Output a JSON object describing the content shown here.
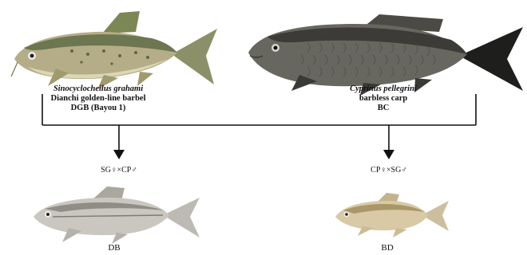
{
  "parent_left": {
    "species": "Sinocyclocheilus grahami",
    "common_name": "Dianchi golden-line barbel",
    "code": "DGB (Bayou 1)"
  },
  "parent_right": {
    "species": "Cyprinus pellegrini",
    "common_name": "barbless carp",
    "code": "BC"
  },
  "cross_left": "SG♀×CP♂",
  "cross_right": "CP♀×SG♂",
  "offspring_left": "DB",
  "offspring_right": "BD",
  "colors": {
    "line": "#111111",
    "sg_body": "#b4ad86",
    "sg_back": "#6f7a52",
    "cp_body": "#66655f",
    "cp_dark": "#2d2c2a",
    "db_body": "#c9c7bf",
    "bd_body": "#d9c9a4"
  }
}
